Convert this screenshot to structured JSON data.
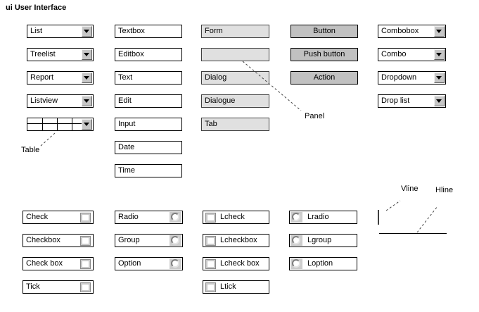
{
  "title": "ui User Interface",
  "colors": {
    "panel_fill": "#e0e0e0",
    "button_fill": "#c1c1c1",
    "bevel_face": "#c6c6c6",
    "border": "#000000",
    "callout_line": "#444444"
  },
  "columns": {
    "droplist": {
      "items": [
        "List",
        "Treelist",
        "Report",
        "Listview"
      ]
    },
    "textbox": {
      "items": [
        "Textbox",
        "Editbox",
        "Text",
        "Edit",
        "Input",
        "Date",
        "Time"
      ]
    },
    "panel": {
      "items": [
        "Form",
        "",
        "Dialog",
        "Dialogue",
        "Tab"
      ]
    },
    "button": {
      "items": [
        "Button",
        "Push button",
        "Action"
      ]
    },
    "combobox": {
      "items": [
        "Combobox",
        "Combo",
        "Dropdown",
        "Drop list"
      ]
    },
    "check": {
      "items": [
        "Check",
        "Checkbox",
        "Check box",
        "Tick"
      ]
    },
    "radio": {
      "items": [
        "Radio",
        "Group",
        "Option"
      ]
    },
    "lcheck": {
      "items": [
        "Lcheck",
        "Lcheckbox",
        "Lcheck box",
        "Ltick"
      ]
    },
    "lradio": {
      "items": [
        "Lradio",
        "Lgroup",
        "Loption"
      ]
    }
  },
  "annotations": {
    "table": "Table",
    "panel": "Panel",
    "vline": "Vline",
    "hline": "Hline"
  }
}
